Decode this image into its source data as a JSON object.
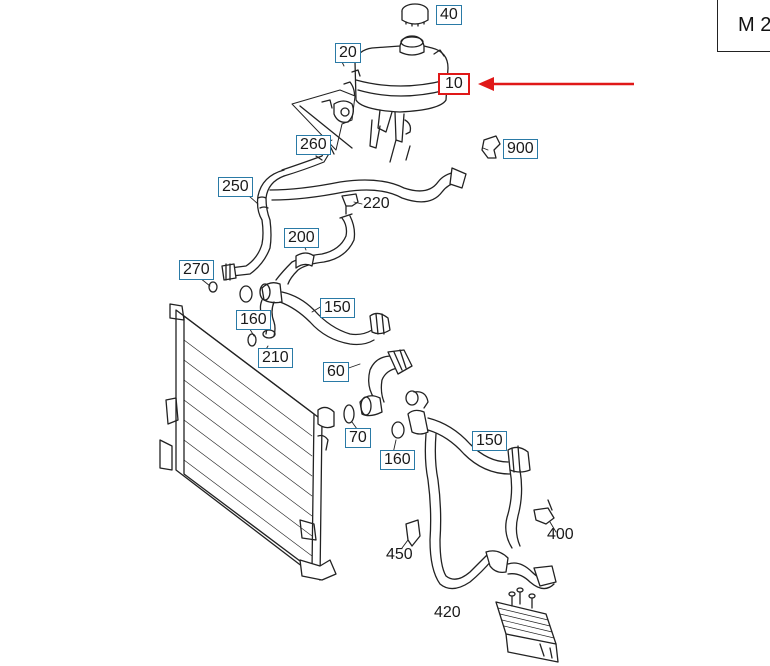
{
  "page_ref": "M 2",
  "callouts": {
    "c40": "40",
    "c20": "20",
    "c10": "10",
    "c900": "900",
    "c260": "260",
    "c250": "250",
    "c220": "220",
    "c200": "200",
    "c270": "270",
    "c150a": "150",
    "c160a": "160",
    "c210": "210",
    "c60": "60",
    "c70": "70",
    "c160b": "160",
    "c150b": "150",
    "c400": "400",
    "c450": "450",
    "c420": "420"
  },
  "colors": {
    "callout_box": "#2a7aa6",
    "highlight_box": "#e01818",
    "arrow": "#e01818",
    "line_art": "#222222"
  }
}
